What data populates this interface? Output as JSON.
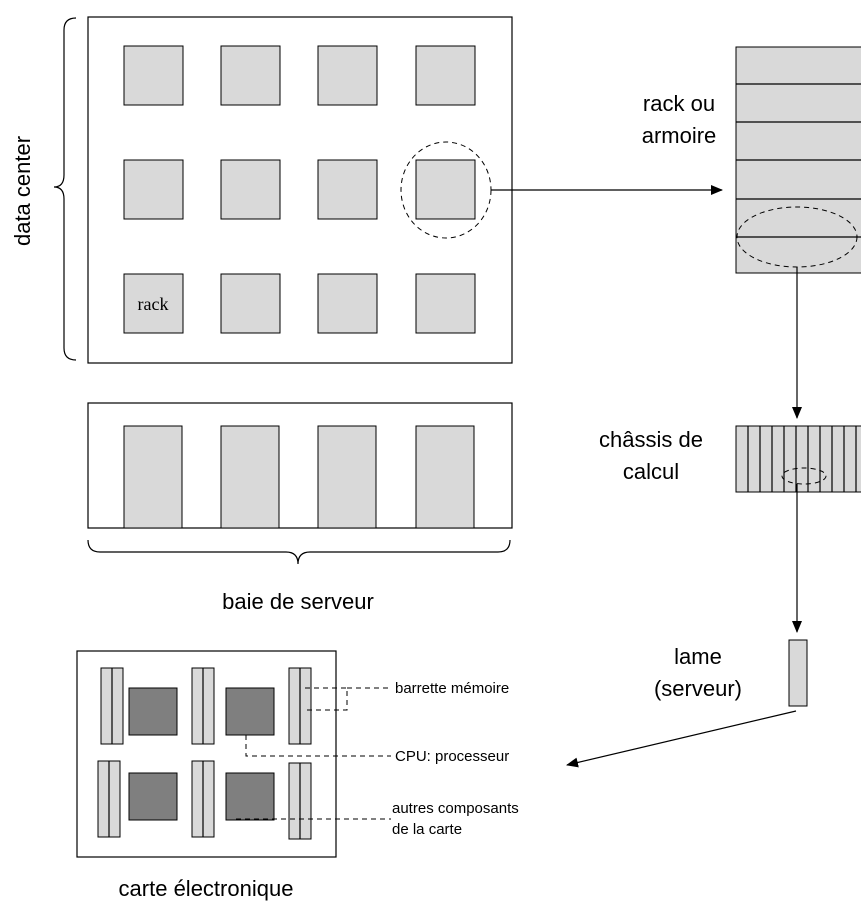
{
  "diagram": {
    "labels": {
      "data_center": "data center",
      "rack_cell": "rack",
      "rack_ou_line1": "rack ou",
      "rack_ou_line2": "armoire",
      "baie": "baie de serveur",
      "chassis_line1": "châssis de",
      "chassis_line2": "calcul",
      "lame_line1": "lame",
      "lame_line2": "(serveur)",
      "barrette": "barrette mémoire",
      "cpu": "CPU: processeur",
      "autres_line1": "autres composants",
      "autres_line2": "de la carte",
      "carte": "carte électronique"
    },
    "colors": {
      "light_fill": "#d9d9d9",
      "dark_fill": "#7f7f7f",
      "stroke": "#000000"
    }
  }
}
